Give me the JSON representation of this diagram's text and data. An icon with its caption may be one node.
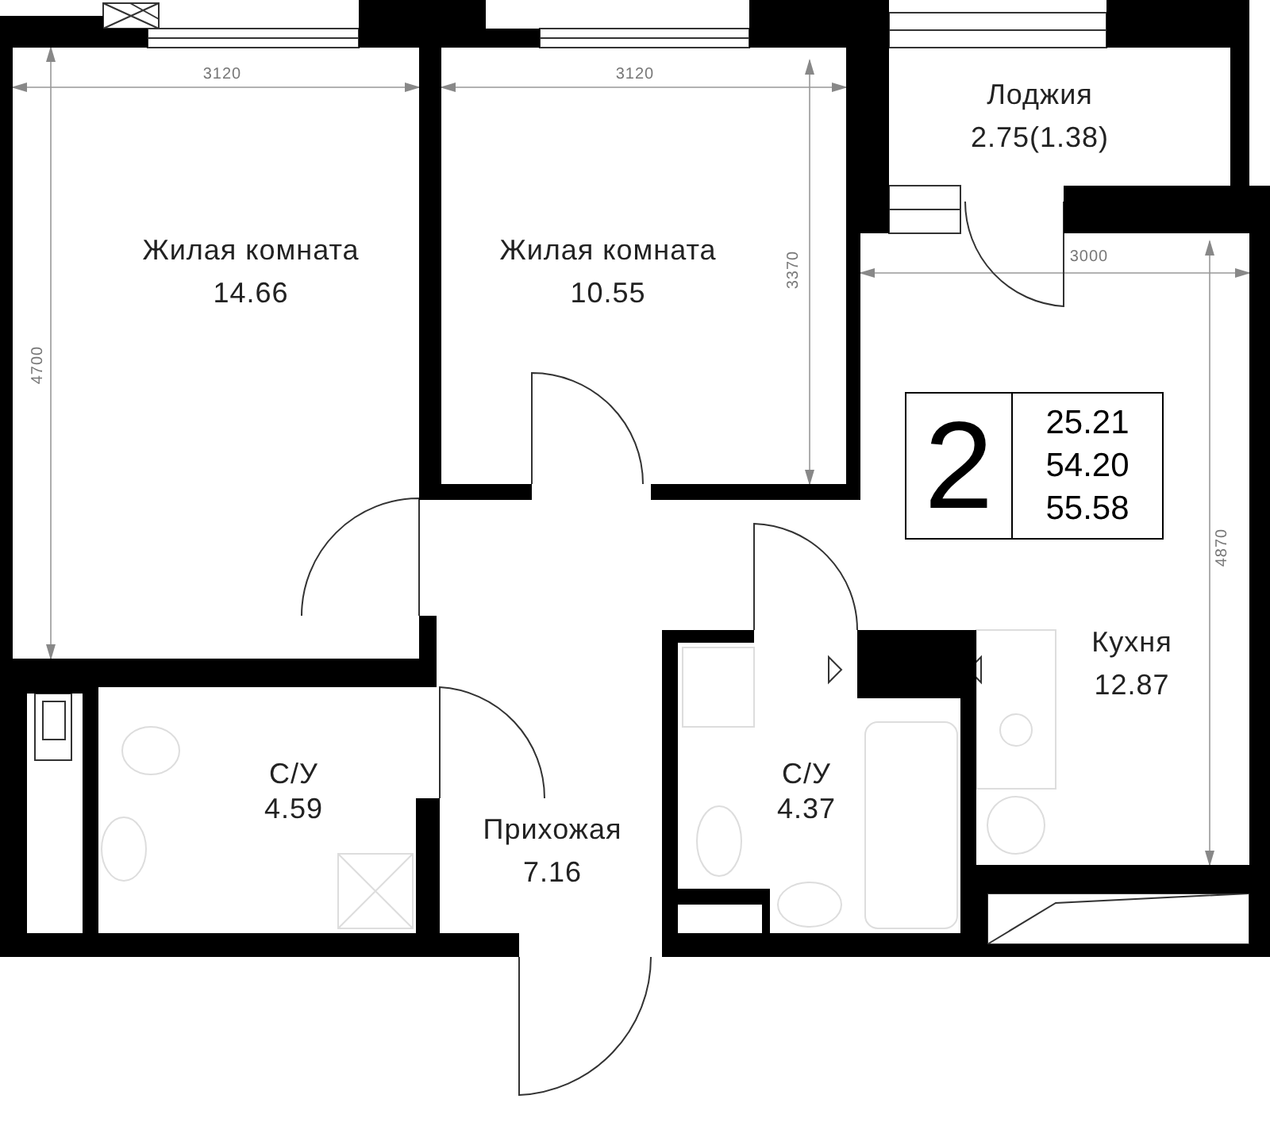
{
  "diagram": {
    "nodes": [
      {
        "text": [
          "2",
          "25.21",
          "54.20",
          "55.58"
        ]
      }
    ],
    "edges": [],
    "labels": [
      "3120",
      "3120",
      "Лоджия",
      "2.75(1.38)",
      "Жилая комната",
      "14.66",
      "Жилая комната",
      "10.55",
      "3370",
      "3000",
      "4700",
      "4870",
      "Кухня",
      "12.87",
      "С/У",
      "4.59",
      "С/У",
      "4.37",
      "Прихожая",
      "7.16"
    ]
  }
}
